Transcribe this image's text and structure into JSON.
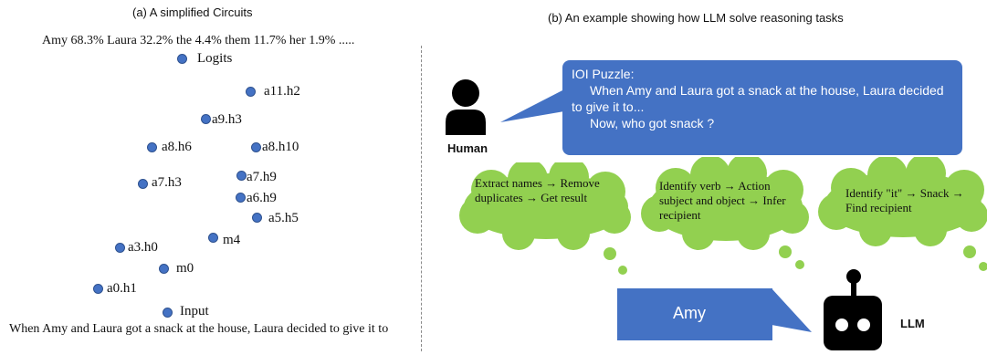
{
  "left_panel": {
    "title": "(a) A simplified Circuits",
    "logits_line": "Amy 68.3%  Laura 32.2% the 4.4%  them 11.7%  her 1.9% .....",
    "input_sentence": "When Amy and Laura got a snack at the house, Laura decided to give it to",
    "nodes": [
      {
        "label": "Logits"
      },
      {
        "label": "a11.h2"
      },
      {
        "label": "a9.h3"
      },
      {
        "label": "a8.h6"
      },
      {
        "label": "a8.h10"
      },
      {
        "label": "a7.h3"
      },
      {
        "label": "a7.h9"
      },
      {
        "label": "a6.h9"
      },
      {
        "label": "a5.h5"
      },
      {
        "label": "m4"
      },
      {
        "label": "a3.h0"
      },
      {
        "label": "m0"
      },
      {
        "label": "a0.h1"
      },
      {
        "label": "Input"
      }
    ]
  },
  "right_panel": {
    "title": "(b)  An example showing how LLM solve reasoning tasks",
    "human_label": "Human",
    "llm_label": "LLM",
    "puzzle": {
      "line1": "IOI Puzzle:",
      "line2": "When Amy and Laura got a snack at the house, Laura decided",
      "line3": "to give it to...",
      "line4": "Now, who got snack ?"
    },
    "clouds": [
      {
        "text": "Extract names → Remove duplicates → Get result"
      },
      {
        "text": "Identify verb → Action subject and object → Infer recipient"
      },
      {
        "text": "Identify \"it\" → Snack → Find recipient"
      }
    ],
    "answer": "Amy"
  },
  "colors": {
    "node_blue": "#4472c4",
    "bubble_blue": "#4472c4",
    "cloud_green": "#92d050",
    "icon_black": "#000000"
  }
}
